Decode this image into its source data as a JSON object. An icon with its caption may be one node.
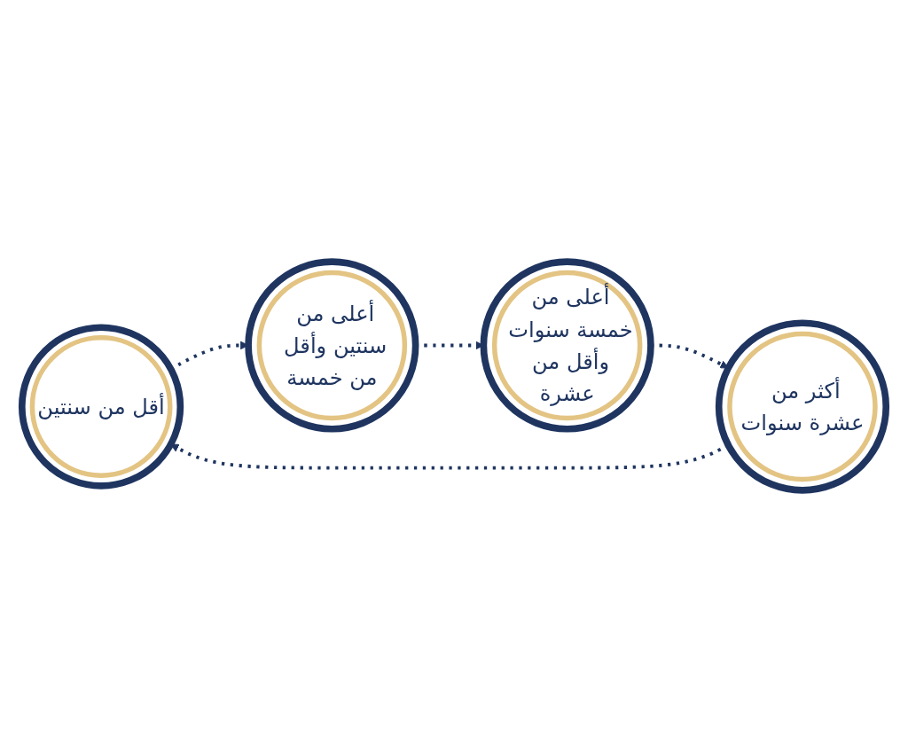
{
  "diagram": {
    "nodes": [
      {
        "text": [
          "أقل من سنتين"
        ]
      },
      {
        "text": [
          "أعلى من سنتين وأقل من خمسة"
        ]
      },
      {
        "text": [
          "أعلى من خمسة سنوات وأقل من عشرة"
        ]
      },
      {
        "text": [
          "أكثر من عشرة سنوات"
        ]
      }
    ],
    "edges": [
      {
        "from": 0,
        "to": 1,
        "arrow": "to",
        "style": "dashed"
      },
      {
        "from": 1,
        "to": 2,
        "arrow": "to",
        "style": "dashed"
      },
      {
        "from": 2,
        "to": 3,
        "arrow": "to",
        "style": "dashed"
      },
      {
        "from": 3,
        "to": 0,
        "arrow": "to",
        "style": "dashed"
      }
    ]
  }
}
